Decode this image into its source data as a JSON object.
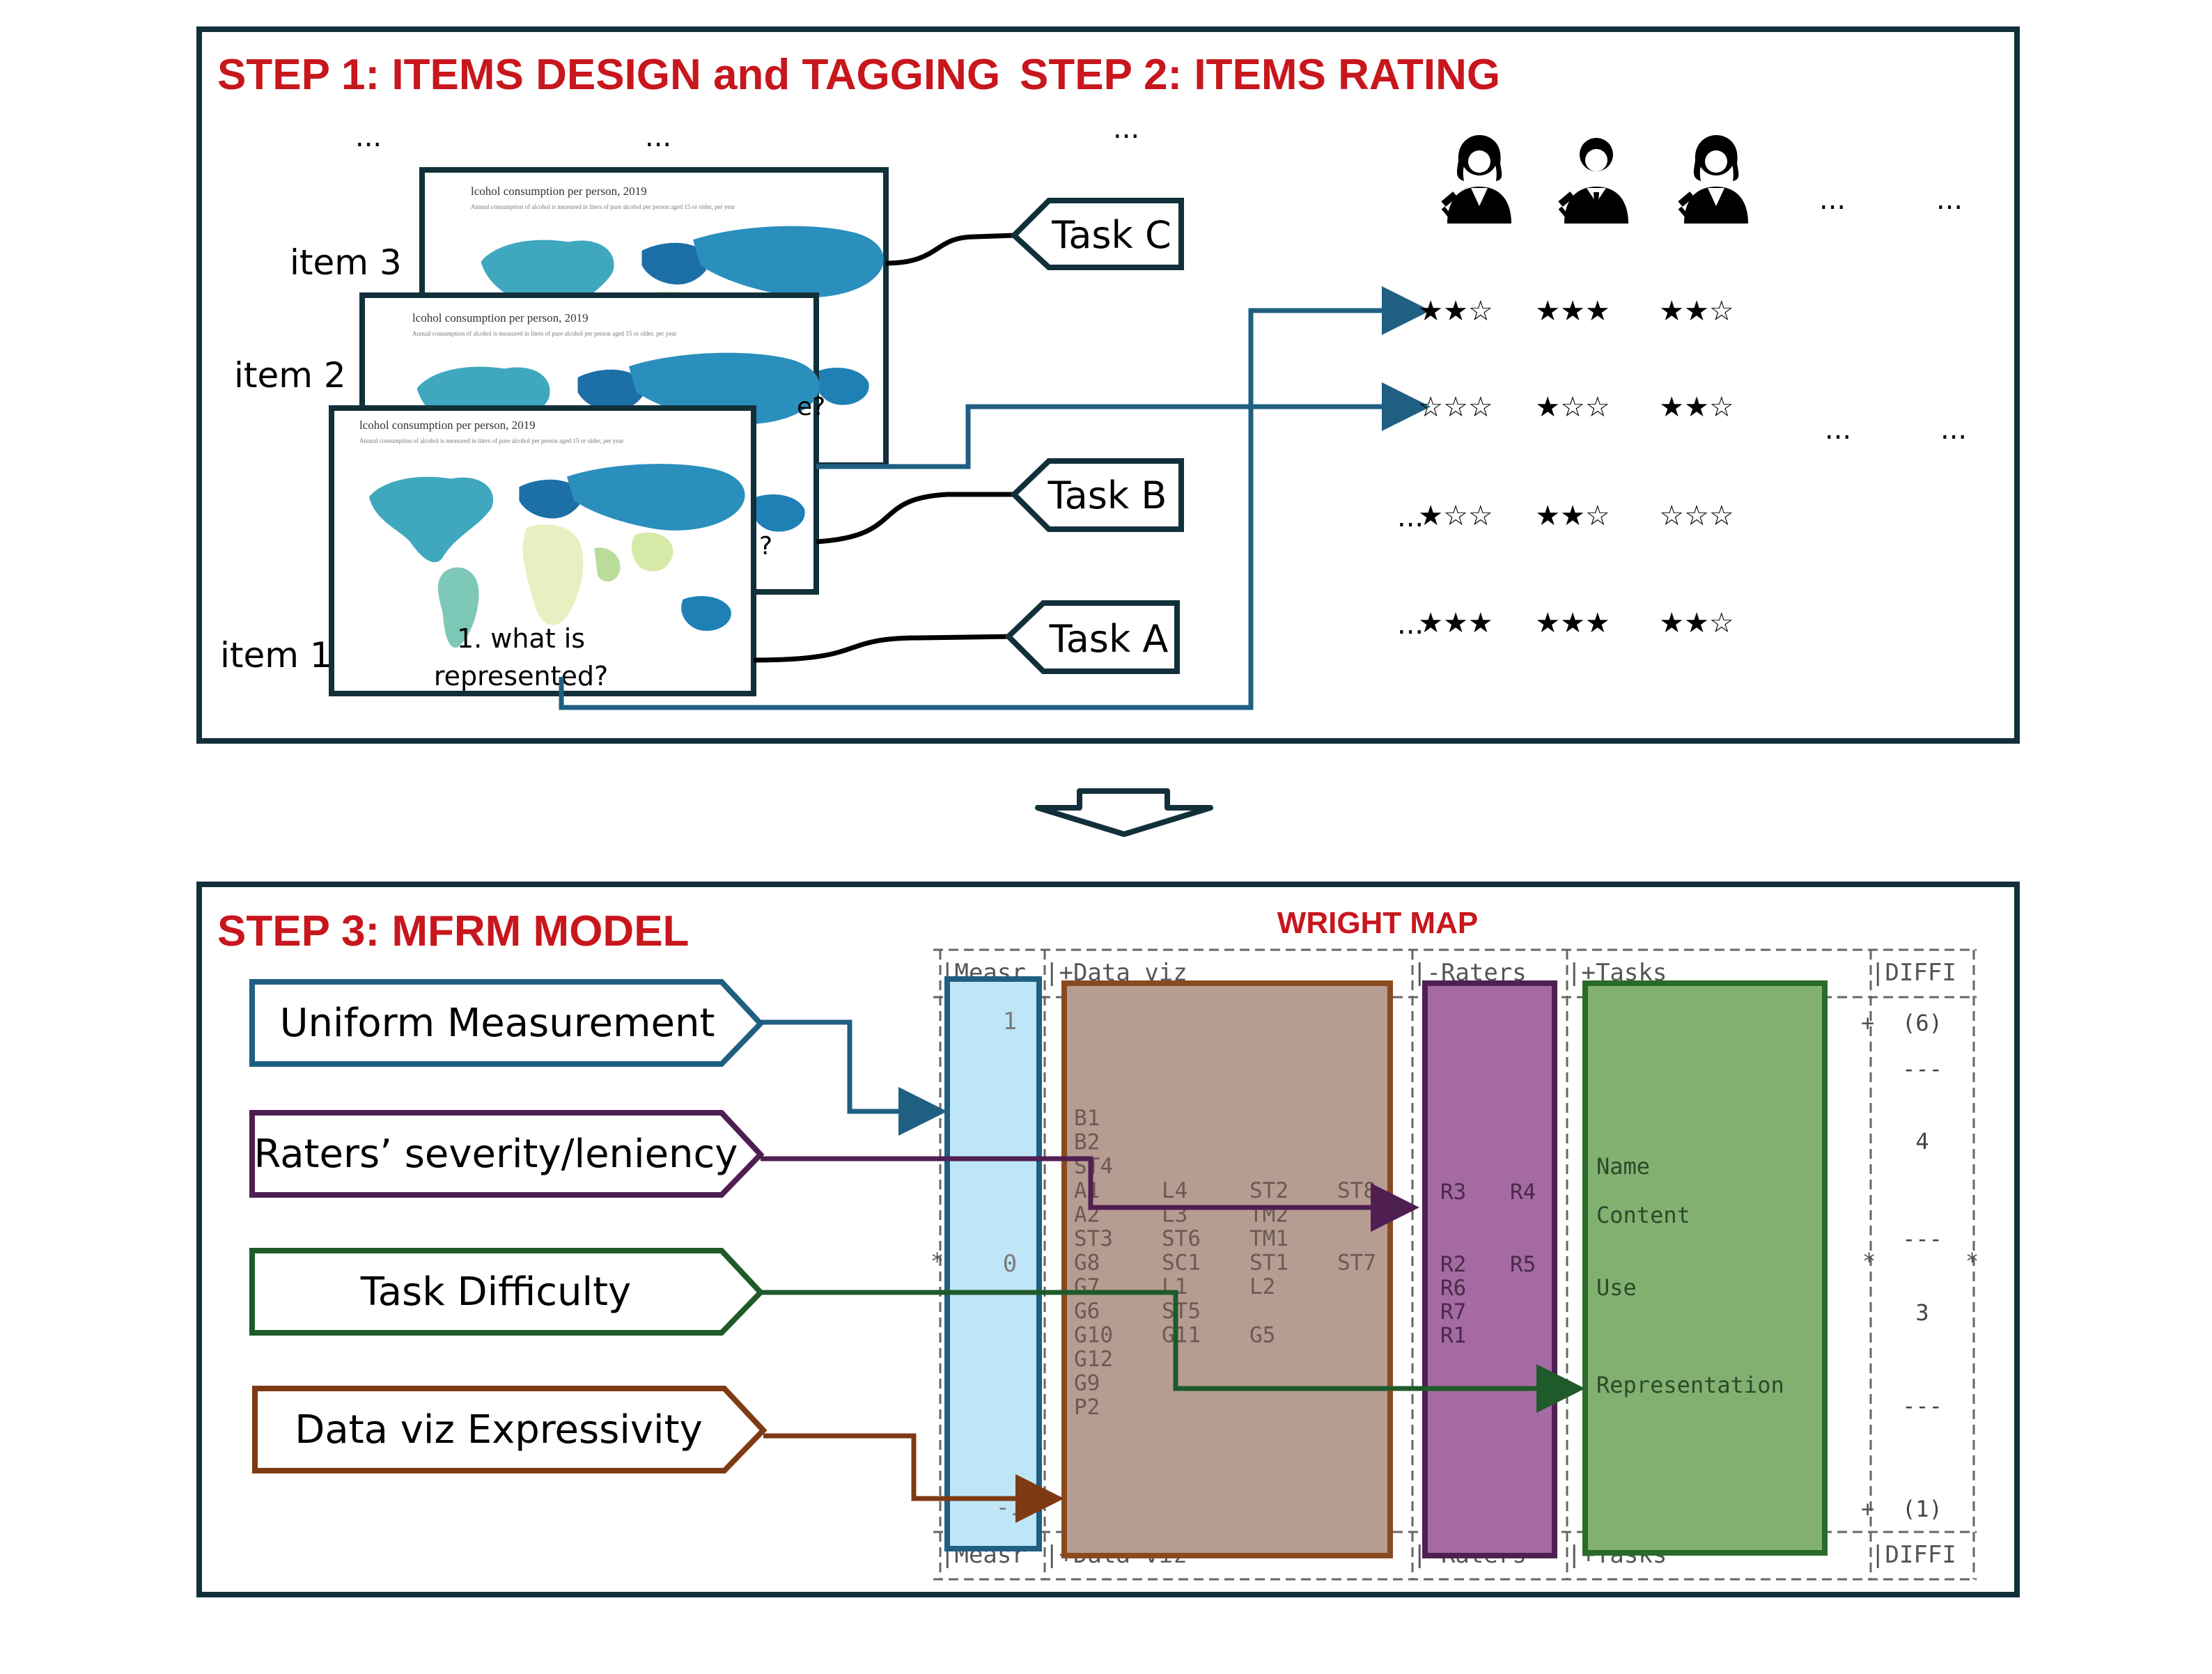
{
  "step1": {
    "title": "STEP 1: ITEMS DESIGN  and TAGGING",
    "ellipses": [
      "...",
      "..."
    ],
    "items": [
      {
        "label": "item 3"
      },
      {
        "label": "item 2"
      },
      {
        "label": "item 1"
      }
    ],
    "card": {
      "map_title": "lcohol consumption per person, 2019",
      "map_subtitle": "Annual consumption of alcohol is measured in liters of pure alcohol per person aged 15 or older, per year",
      "question_line1": "1. what is",
      "question_line2": "represented?",
      "peek_q": "?",
      "peek_q2": "e?"
    },
    "tasks": [
      "Task C",
      "Task B",
      "Task A"
    ]
  },
  "step2": {
    "title": "STEP 2: ITEMS RATING",
    "ellipsis_top": "...",
    "rater_icons": [
      "female-rater-icon",
      "male-rater-icon",
      "female-rater-icon"
    ],
    "more_raters": [
      "...",
      "..."
    ],
    "ratings": [
      {
        "lead": "",
        "stars": [
          "★★☆",
          "★★★",
          "★★☆"
        ],
        "trail": [
          "",
          ""
        ]
      },
      {
        "lead": "",
        "stars": [
          "☆☆☆",
          "★☆☆",
          "★★☆"
        ],
        "trail": [
          "...",
          "..."
        ]
      },
      {
        "lead": "...",
        "stars": [
          "★☆☆",
          "★★☆",
          "☆☆☆"
        ],
        "trail": [
          "",
          ""
        ]
      },
      {
        "lead": "...",
        "stars": [
          "★★★",
          "★★★",
          "★★☆"
        ],
        "trail": [
          "",
          ""
        ]
      }
    ]
  },
  "step3": {
    "title": "STEP 3: MFRM MODEL",
    "concepts": [
      {
        "label": "Uniform Measurement",
        "color": "#1f5f82"
      },
      {
        "label": "Raters’ severity/leniency",
        "color": "#4f1f52"
      },
      {
        "label": "Task Difficulty",
        "color": "#1f5a2a"
      },
      {
        "label": "Data viz Expressivity",
        "color": "#7e3b13"
      }
    ]
  },
  "wright_map": {
    "title": "WRIGHT MAP",
    "headers": [
      "|Measr",
      "|+Data viz",
      "|-Raters",
      "|+Tasks",
      "|DIFFI"
    ],
    "footers": [
      "|Measr",
      "|+Data viz",
      "|-Raters",
      "|+Tasks",
      "|DIFFI"
    ],
    "measures": [
      "1",
      "0",
      "-1"
    ],
    "dataviz_rows": [
      [
        "B1"
      ],
      [
        "B2"
      ],
      [
        "ST4"
      ],
      [
        "A1",
        "L4",
        "ST2",
        "ST8"
      ],
      [
        "A2",
        "L3",
        "TM2"
      ],
      [
        "ST3",
        "ST6",
        "TM1"
      ],
      [
        "G8",
        "SC1",
        "ST1",
        "ST7"
      ],
      [
        "G7",
        "L1",
        "L2"
      ],
      [
        "G6",
        "ST5"
      ],
      [
        "G10",
        "G11",
        "G5"
      ],
      [
        "G12"
      ],
      [
        "G9"
      ],
      [
        "P2"
      ]
    ],
    "raters_rows": [
      [
        "R3",
        "R4"
      ],
      [
        "R2",
        "R5"
      ],
      [
        "R6"
      ],
      [
        "R7"
      ],
      [
        "R1"
      ]
    ],
    "tasks": [
      "Name",
      "Content",
      "Use",
      "Representation"
    ],
    "difficulty": [
      "(6)",
      "---",
      "4",
      "---",
      "3",
      "---",
      "(1)"
    ],
    "asterisk": "*",
    "plus": "+"
  },
  "colors": {
    "title_red": "#c8161d",
    "frame": "#12303a",
    "blue_link": "#1f5f82",
    "measure_fill": "#bfe6f7",
    "dataviz_fill": "#b79c92",
    "dataviz_stroke": "#8a4a1f",
    "raters_fill": "#a56aa3",
    "raters_stroke": "#4f1f52",
    "tasks_fill": "#82b071",
    "tasks_stroke": "#2a6a2a"
  }
}
